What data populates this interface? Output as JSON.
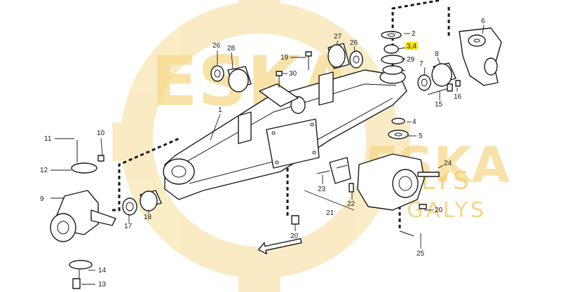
{
  "watermark": {
    "brand": "ESKA",
    "brand2": "ESKA",
    "sub": "GALYS",
    "sub2": "GALYS",
    "color": "#f3cf70"
  },
  "highlight_color": "#ffe600",
  "callouts": {
    "c1": "1",
    "c2": "2",
    "c34": "3,4",
    "c4": "4",
    "c5": "5",
    "c6": "6",
    "c7": "7",
    "c8": "8",
    "c9": "9",
    "c10": "10",
    "c11": "11",
    "c12": "12",
    "c13": "13",
    "c14": "14",
    "c15": "15",
    "c16": "16",
    "c17": "17",
    "c18": "18",
    "c19": "19",
    "c20a": "20",
    "c20b": "20",
    "c21": "21",
    "c22": "22",
    "c23": "23",
    "c24": "24",
    "c25": "25",
    "c26a": "26",
    "c26b": "26",
    "c27": "27",
    "c28": "28",
    "c29": "29",
    "c30": "30"
  }
}
